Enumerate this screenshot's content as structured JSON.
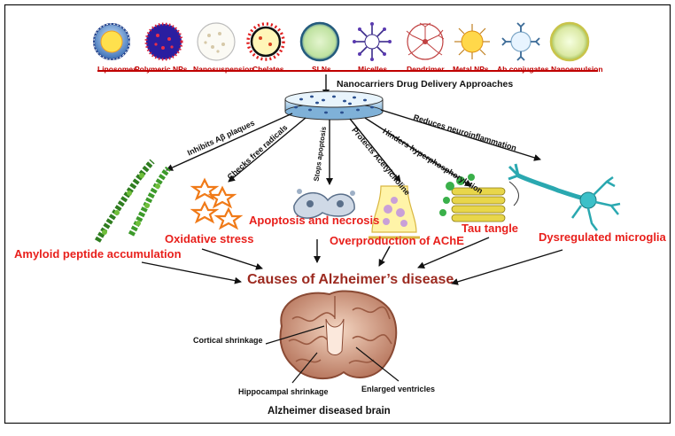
{
  "nanocarriers": [
    {
      "label": "Liposomes",
      "icon": "liposome-icon"
    },
    {
      "label": "Polymeric NPs",
      "icon": "polymeric-np-icon"
    },
    {
      "label": "Nanosuspension",
      "icon": "nanosuspension-icon"
    },
    {
      "label": "Chelates",
      "icon": "chelate-icon"
    },
    {
      "label": "SLNs",
      "icon": "sln-icon"
    },
    {
      "label": "Micelles",
      "icon": "micelle-icon"
    },
    {
      "label": "Dendrimer",
      "icon": "dendrimer-icon"
    },
    {
      "label": "Metal NPs",
      "icon": "metal-np-icon"
    },
    {
      "label": "Ab conjugates",
      "icon": "ab-conjugate-icon"
    },
    {
      "label": "Nanoemulsion",
      "icon": "nanoemulsion-icon"
    }
  ],
  "approach_title": "Nanocarriers  Drug Delivery Approaches",
  "actions": {
    "inhibits": "Inhibits Aβ plaques",
    "checks": "Checks free radicals",
    "stops": "Stops apoptosis",
    "protects": "Protects Acetylcholine",
    "hinders": "Hinders hyperphosphorylation",
    "reduces": "Reduces neuroinflammation"
  },
  "causes": {
    "amyloid": "Amyloid peptide accumulation",
    "oxidative": "Oxidative stress",
    "apoptosis": "Apoptosis and necrosis",
    "ache": "Overproduction of AChE",
    "tau": "Tau tangle",
    "microglia": "Dysregulated  microglia"
  },
  "central_title": "Causes of Alzheimer’s disease",
  "brain_labels": {
    "cortical": "Cortical shrinkage",
    "hippocampal": "Hippocampal shrinkage",
    "ventricles": "Enlarged ventricles"
  },
  "brain_caption": "Alzheimer diseased brain",
  "colors": {
    "cause_red": "#e8201c",
    "dark_red": "#9c2a20",
    "divider_red": "#c00000",
    "arrow": "#111111"
  }
}
